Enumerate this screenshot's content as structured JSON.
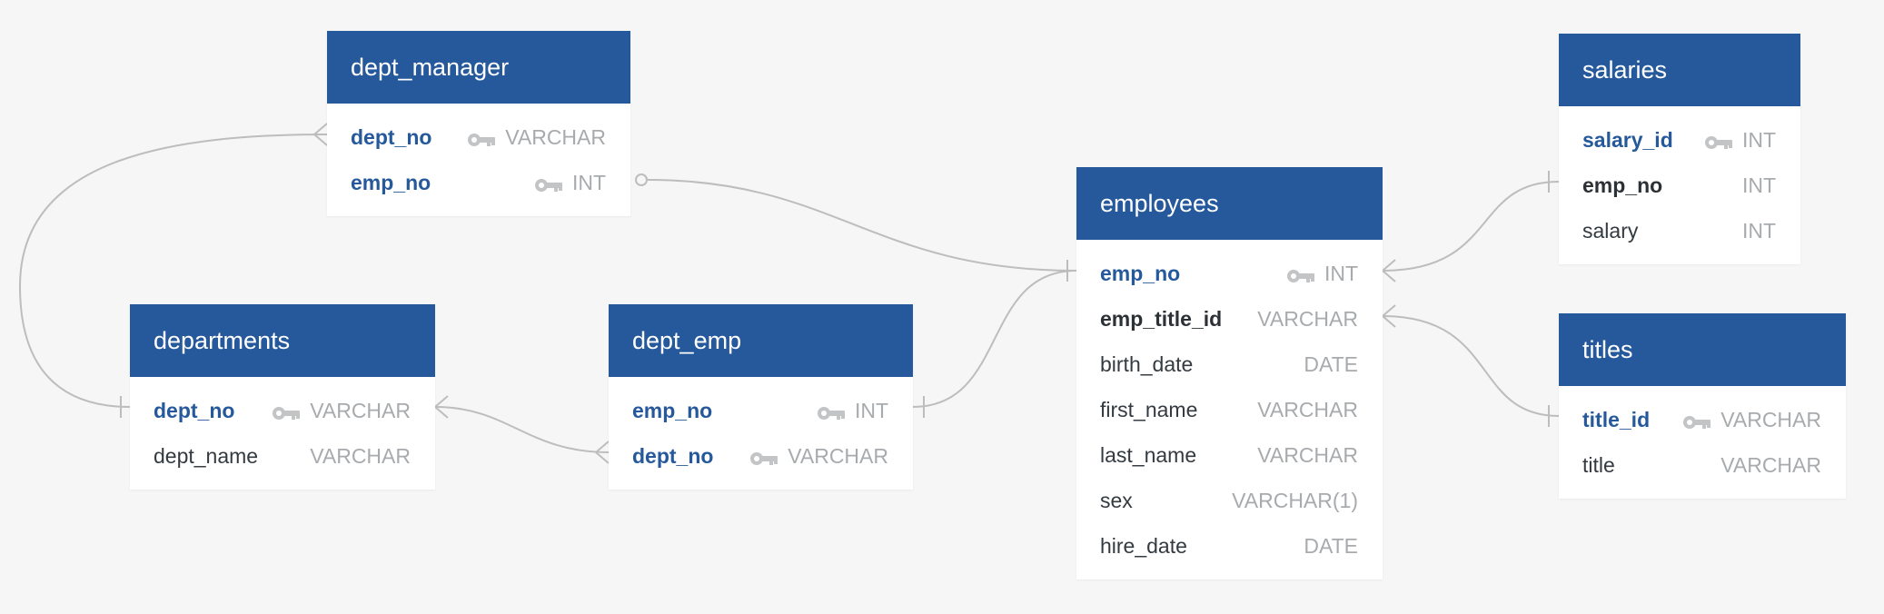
{
  "colors": {
    "header": "#25599c",
    "primary_key_text": "#25599c",
    "connector": "#bdbdbd",
    "background": "#f5f6f5"
  },
  "icons": {
    "primary_key": "key-icon"
  },
  "tables": {
    "dept_manager": {
      "name": "dept_manager",
      "fields": [
        {
          "name": "dept_no",
          "type": "VARCHAR",
          "key": "pk"
        },
        {
          "name": "emp_no",
          "type": "INT",
          "key": "pk"
        }
      ]
    },
    "departments": {
      "name": "departments",
      "fields": [
        {
          "name": "dept_no",
          "type": "VARCHAR",
          "key": "pk"
        },
        {
          "name": "dept_name",
          "type": "VARCHAR",
          "key": ""
        }
      ]
    },
    "dept_emp": {
      "name": "dept_emp",
      "fields": [
        {
          "name": "emp_no",
          "type": "INT",
          "key": "pk"
        },
        {
          "name": "dept_no",
          "type": "VARCHAR",
          "key": "pk"
        }
      ]
    },
    "employees": {
      "name": "employees",
      "fields": [
        {
          "name": "emp_no",
          "type": "INT",
          "key": "pk"
        },
        {
          "name": "emp_title_id",
          "type": "VARCHAR",
          "key": "fk"
        },
        {
          "name": "birth_date",
          "type": "DATE",
          "key": ""
        },
        {
          "name": "first_name",
          "type": "VARCHAR",
          "key": ""
        },
        {
          "name": "last_name",
          "type": "VARCHAR",
          "key": ""
        },
        {
          "name": "sex",
          "type": "VARCHAR(1)",
          "key": ""
        },
        {
          "name": "hire_date",
          "type": "DATE",
          "key": ""
        }
      ]
    },
    "salaries": {
      "name": "salaries",
      "fields": [
        {
          "name": "salary_id",
          "type": "INT",
          "key": "pk"
        },
        {
          "name": "emp_no",
          "type": "INT",
          "key": "fk"
        },
        {
          "name": "salary",
          "type": "INT",
          "key": ""
        }
      ]
    },
    "titles": {
      "name": "titles",
      "fields": [
        {
          "name": "title_id",
          "type": "VARCHAR",
          "key": "pk"
        },
        {
          "name": "title",
          "type": "VARCHAR",
          "key": ""
        }
      ]
    }
  },
  "relationships": [
    {
      "from": "dept_manager.dept_no",
      "to": "departments.dept_no",
      "cardinality": "many-to-one"
    },
    {
      "from": "dept_manager.emp_no",
      "to": "employees.emp_no",
      "cardinality": "zero-or-one-to-one"
    },
    {
      "from": "dept_emp.dept_no",
      "to": "departments.dept_no",
      "cardinality": "many-to-many"
    },
    {
      "from": "dept_emp.emp_no",
      "to": "employees.emp_no",
      "cardinality": "one-to-one"
    },
    {
      "from": "salaries.emp_no",
      "to": "employees.emp_no",
      "cardinality": "one-to-many"
    },
    {
      "from": "titles.title_id",
      "to": "employees.emp_title_id",
      "cardinality": "one-to-many"
    }
  ]
}
